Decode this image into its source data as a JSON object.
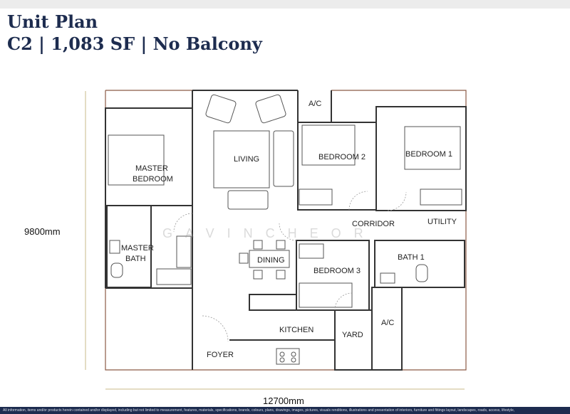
{
  "title": {
    "line1": "Unit Plan",
    "line2": "C2 | 1,083 SF | No Balcony"
  },
  "dimensions": {
    "height": "9800mm",
    "width": "12700mm"
  },
  "rooms": {
    "ac_top": "A/C",
    "living": "LIVING",
    "master_bedroom_1": "MASTER",
    "master_bedroom_2": "BEDROOM",
    "bedroom2": "BEDROOM 2",
    "bedroom1": "BEDROOM 1",
    "corridor": "CORRIDOR",
    "utility": "UTILITY",
    "master_bath_1": "MASTER",
    "master_bath_2": "BATH",
    "dining": "DINING",
    "bedroom3": "BEDROOM 3",
    "bath1": "BATH 1",
    "kitchen": "KITCHEN",
    "yard": "YARD",
    "ac_bottom": "A/C",
    "foyer": "FOYER"
  },
  "watermark": "GAVINCHEOR",
  "disclaimer": "All information, items and/or products herein contained and/or displayed, including but not limited to measurement, features, materials, specifications, brands, colours, plans, drawings, images, pictures, visuals renditions, illustrations and presentation of interiors, furniture and fittings layout, landscapes, roads, access, lifestyle,",
  "colors": {
    "title": "#1d2c4f",
    "boundary": "#8b5a45",
    "wall": "#333333",
    "dim_line": "#c9b98a"
  }
}
